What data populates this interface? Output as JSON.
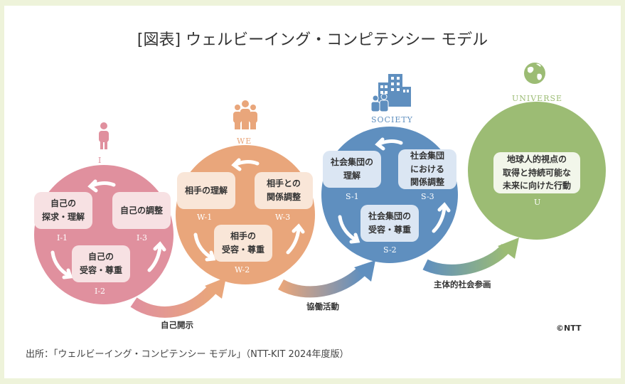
{
  "title": "[図表] ウェルビーイング・コンピテンシー モデル",
  "colors": {
    "i_circle": "#e0909e",
    "i_box": "#f7e1e3",
    "we_circle": "#e9a67b",
    "we_box": "#f9e6d8",
    "society_circle": "#5f8fbf",
    "society_box": "#dbe6f3",
    "universe_circle": "#9cbc74",
    "universe_box": "#f2f6ea"
  },
  "stages": {
    "i": {
      "label": "I",
      "icon": "person-icon",
      "boxes": [
        {
          "text": "自己の\n探求・理解",
          "code": "I-1"
        },
        {
          "text": "自己の調整",
          "code": "I-3"
        },
        {
          "text": "自己の\n受容・尊重",
          "code": "I-2"
        }
      ]
    },
    "we": {
      "label": "WE",
      "icon": "group-icon",
      "boxes": [
        {
          "text": "相手の理解",
          "code": "W-1"
        },
        {
          "text": "相手との\n関係調整",
          "code": "W-3"
        },
        {
          "text": "相手の\n受容・尊重",
          "code": "W-2"
        }
      ]
    },
    "society": {
      "label": "SOCIETY",
      "icon": "buildings-people-icon",
      "boxes": [
        {
          "text": "社会集団の\n理解",
          "code": "S-1"
        },
        {
          "text": "社会集団\nにおける\n関係調整",
          "code": "S-3"
        },
        {
          "text": "社会集団の\n受容・尊重",
          "code": "S-2"
        }
      ]
    },
    "universe": {
      "label": "UNIVERSE",
      "icon": "globe-icon",
      "box": {
        "text": "地球人的視点の\n取得と持続可能な\n未来に向けた行動",
        "code": "U"
      }
    }
  },
  "flows": [
    "自己開示",
    "協働活動",
    "主体的社会参画"
  ],
  "copyright": "©NTT",
  "source": "出所：「ウェルビーイング・コンピテンシー モデル」（NTT-KIT 2024年度版）"
}
